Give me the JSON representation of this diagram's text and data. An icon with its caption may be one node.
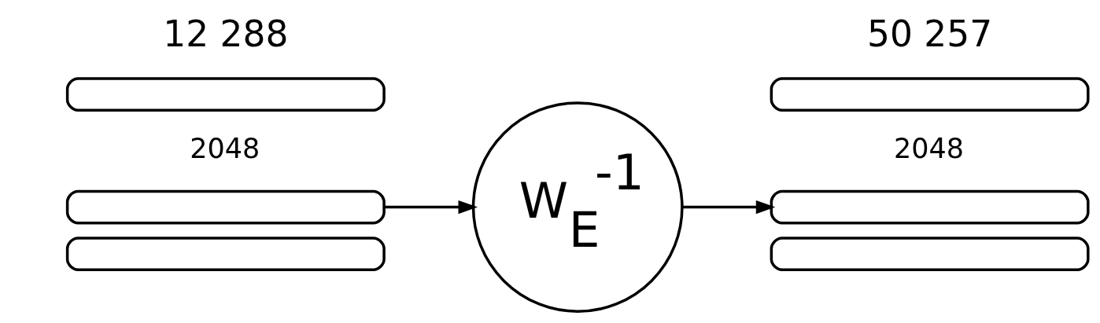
{
  "diagram": {
    "nodes": [
      {
        "text": [],
        "shape": "bar"
      },
      {
        "text": [],
        "shape": "bar"
      },
      {
        "text": [],
        "shape": "bar"
      },
      {
        "text": [
          "W$_{E}$$^{-1}$"
        ]
      },
      {
        "text": [],
        "shape": "bar"
      },
      {
        "text": [],
        "shape": "bar"
      },
      {
        "text": [],
        "shape": "bar"
      }
    ],
    "edges": [
      {
        "from": 1,
        "to": 3,
        "arrow": "to"
      },
      {
        "from": 3,
        "to": 5,
        "arrow": "to"
      }
    ],
    "labels": [
      "12 288",
      "2048",
      "50 257",
      "2048"
    ]
  }
}
